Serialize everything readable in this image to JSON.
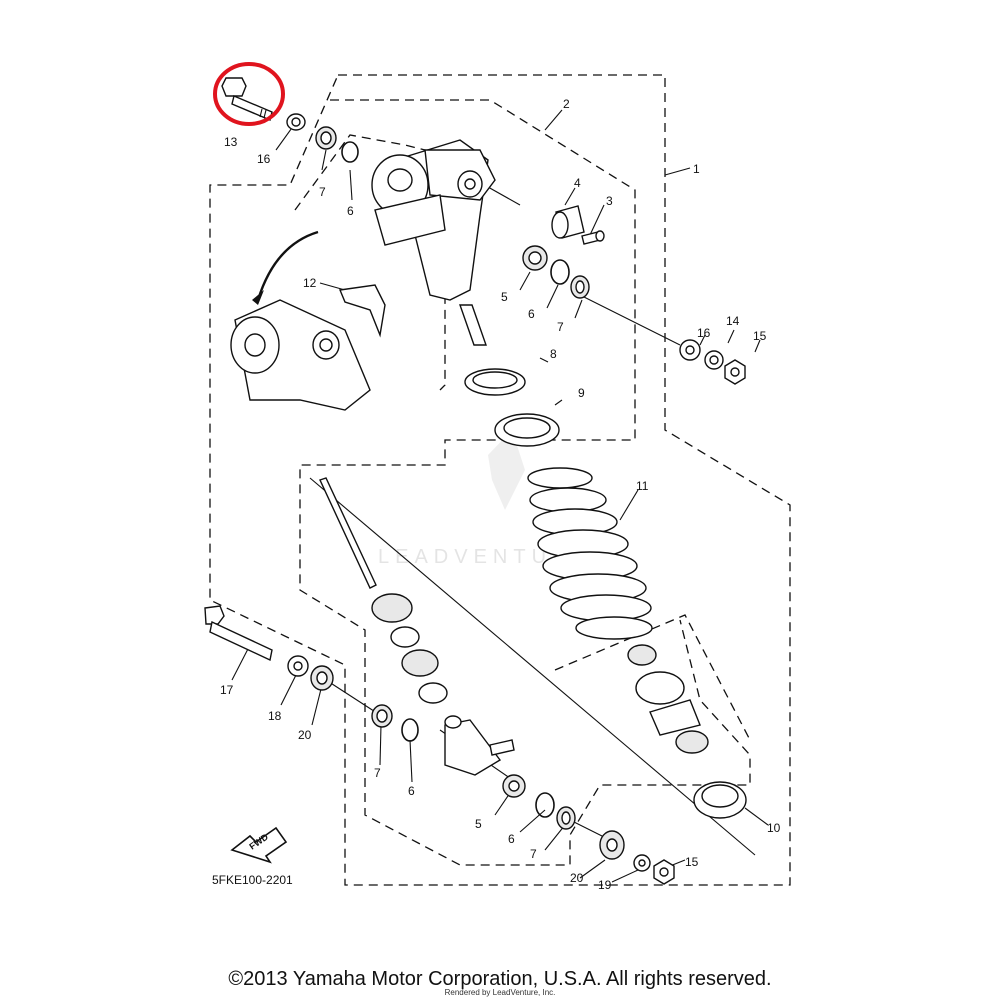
{
  "diagram": {
    "part_numbers": {
      "p1": "1",
      "p2": "2",
      "p3": "3",
      "p4": "4",
      "p5a": "5",
      "p5b": "5",
      "p6a": "6",
      "p6b": "6",
      "p6c": "6",
      "p6d": "6",
      "p7a": "7",
      "p7b": "7",
      "p7c": "7",
      "p7d": "7",
      "p8": "8",
      "p9": "9",
      "p10": "10",
      "p11": "11",
      "p12": "12",
      "p13": "13",
      "p14": "14",
      "p15a": "15",
      "p15b": "15",
      "p16a": "16",
      "p16b": "16",
      "p17": "17",
      "p18": "18",
      "p19": "19",
      "p20a": "20",
      "p20b": "20"
    },
    "highlight_color": "#e0141e",
    "highlighted_part": "13",
    "fwd_label": "FWD",
    "diagram_code": "5FKE100-2201",
    "watermark": "LEADVENTURE"
  },
  "footer": {
    "copyright": "©2013 Yamaha Motor Corporation, U.S.A. All rights reserved.",
    "rendered_by": "Rendered by LeadVenture, Inc."
  }
}
